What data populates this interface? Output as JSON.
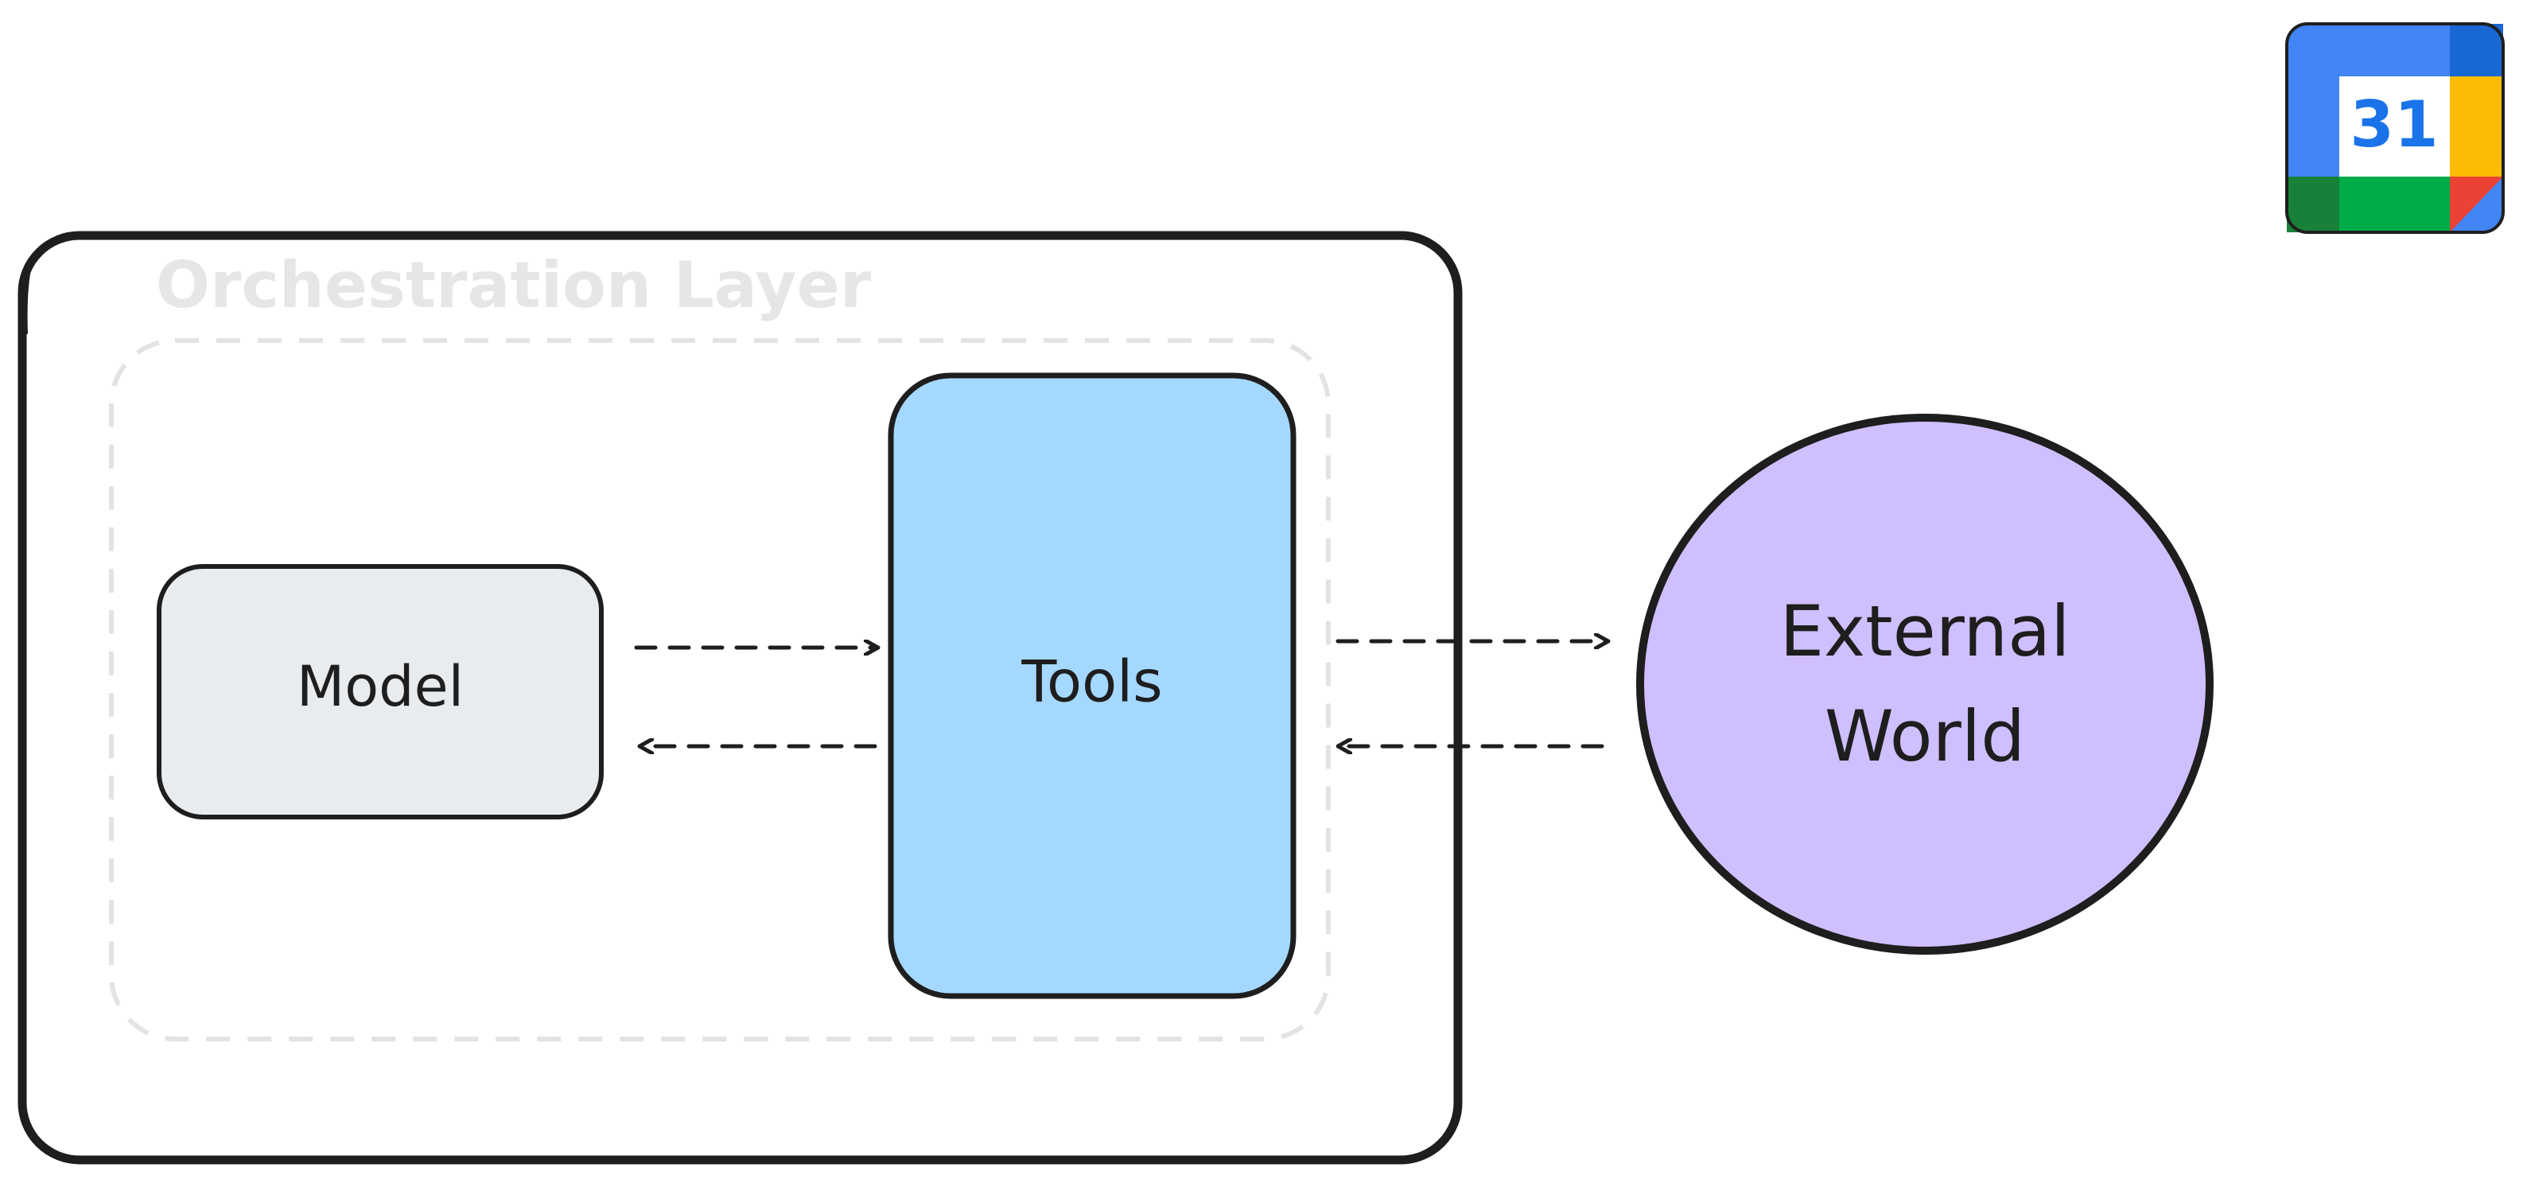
{
  "diagram": {
    "orchestration_label": "Orchestration Layer",
    "nodes": {
      "model": {
        "label": "Model",
        "color": "#e9ecef"
      },
      "tools": {
        "label": "Tools",
        "color": "#a5d8ff"
      },
      "external": {
        "label_line1": "External",
        "label_line2": "World",
        "color": "#d0bfff"
      }
    },
    "edges": [
      {
        "from": "model",
        "to": "tools",
        "style": "dashed"
      },
      {
        "from": "tools",
        "to": "model",
        "style": "dashed"
      },
      {
        "from": "tools",
        "to": "external",
        "style": "dashed"
      },
      {
        "from": "external",
        "to": "tools",
        "style": "dashed"
      }
    ]
  },
  "calendar_icon": {
    "icon": "google-calendar-icon",
    "day": "31",
    "colors": {
      "blue": "#4285f4",
      "dark_blue": "#1967d2",
      "yellow": "#fbbc04",
      "green": "#00ac47",
      "dark_green": "#188038",
      "red": "#ea4335"
    }
  },
  "colors": {
    "stroke": "#1e1e1e",
    "orchestration_dash": "#e3e3e3",
    "background": "#ffffff"
  }
}
